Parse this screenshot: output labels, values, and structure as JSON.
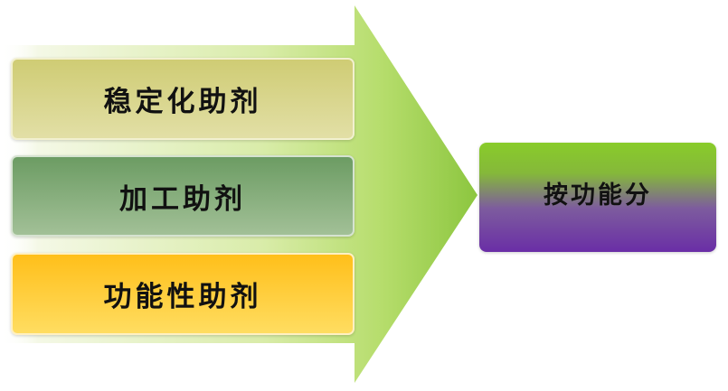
{
  "diagram": {
    "inputs": [
      {
        "label": "稳定化助剂",
        "color_top": "#cfcc74",
        "color_bottom": "#e2dfa6"
      },
      {
        "label": "加工助剂",
        "color_top": "#6c9c63",
        "color_bottom": "#a2c097"
      },
      {
        "label": "功能性助剂",
        "color_top": "#ffbf1a",
        "color_bottom": "#ffdd61"
      }
    ],
    "output": {
      "label": "按功能分",
      "color_top": "#89cc2a",
      "color_bottom": "#6a2ea6"
    },
    "arrow": {
      "color_light": "#f4f8e6",
      "color_mid": "#b6dd6c",
      "color_dark": "#8cc63f"
    }
  }
}
